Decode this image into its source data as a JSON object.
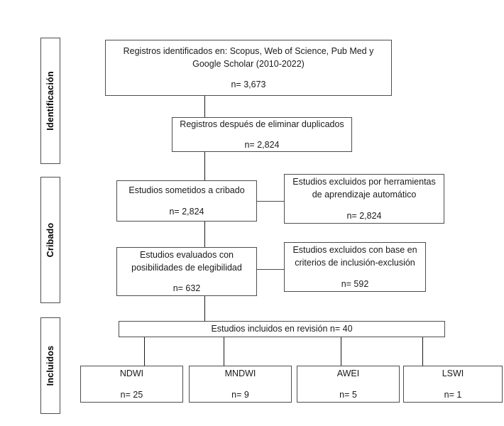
{
  "diagram": {
    "type": "prisma-flow-diagram",
    "language": "es",
    "stages": [
      {
        "id": "identificacion",
        "label": "Identificación"
      },
      {
        "id": "cribado",
        "label": "Cribado"
      },
      {
        "id": "incluidos",
        "label": "Incluidos"
      }
    ],
    "boxes": {
      "records_identified": {
        "title": "Registros identificados en: Scopus, Web of Science, Pub Med y\nGoogle Scholar (2010-2022)",
        "count": "n= 3,673"
      },
      "records_after_duplicates": {
        "title": "Registros después de eliminar duplicados",
        "count": "n= 2,824"
      },
      "records_screened": {
        "title": "Estudios sometidos a cribado",
        "count": "n= 2,824"
      },
      "excluded_ml_tools": {
        "title": "Estudios excluidos por herramientas\nde aprendizaje automático",
        "count": "n= 2,824"
      },
      "assessed_eligibility": {
        "title": "Estudios evaluados con\nposibilidades de elegibilidad",
        "count": "n= 632"
      },
      "excluded_criteria": {
        "title": "Estudios excluidos con base en\ncriterios de inclusión-exclusión",
        "count": "n= 592"
      },
      "studies_included": {
        "title": "Estudios incluidos en revisión n= 40"
      }
    },
    "index_boxes": [
      {
        "name": "NDWI",
        "count": "n= 25"
      },
      {
        "name": "MNDWI",
        "count": "n= 9"
      },
      {
        "name": "AWEI",
        "count": "n= 5"
      },
      {
        "name": "LSWI",
        "count": "n= 1"
      }
    ],
    "colors": {
      "box_border": "#4d4d4d",
      "connector": "#1a1a1a",
      "text": "#1a1a1a",
      "background": "#ffffff"
    }
  }
}
